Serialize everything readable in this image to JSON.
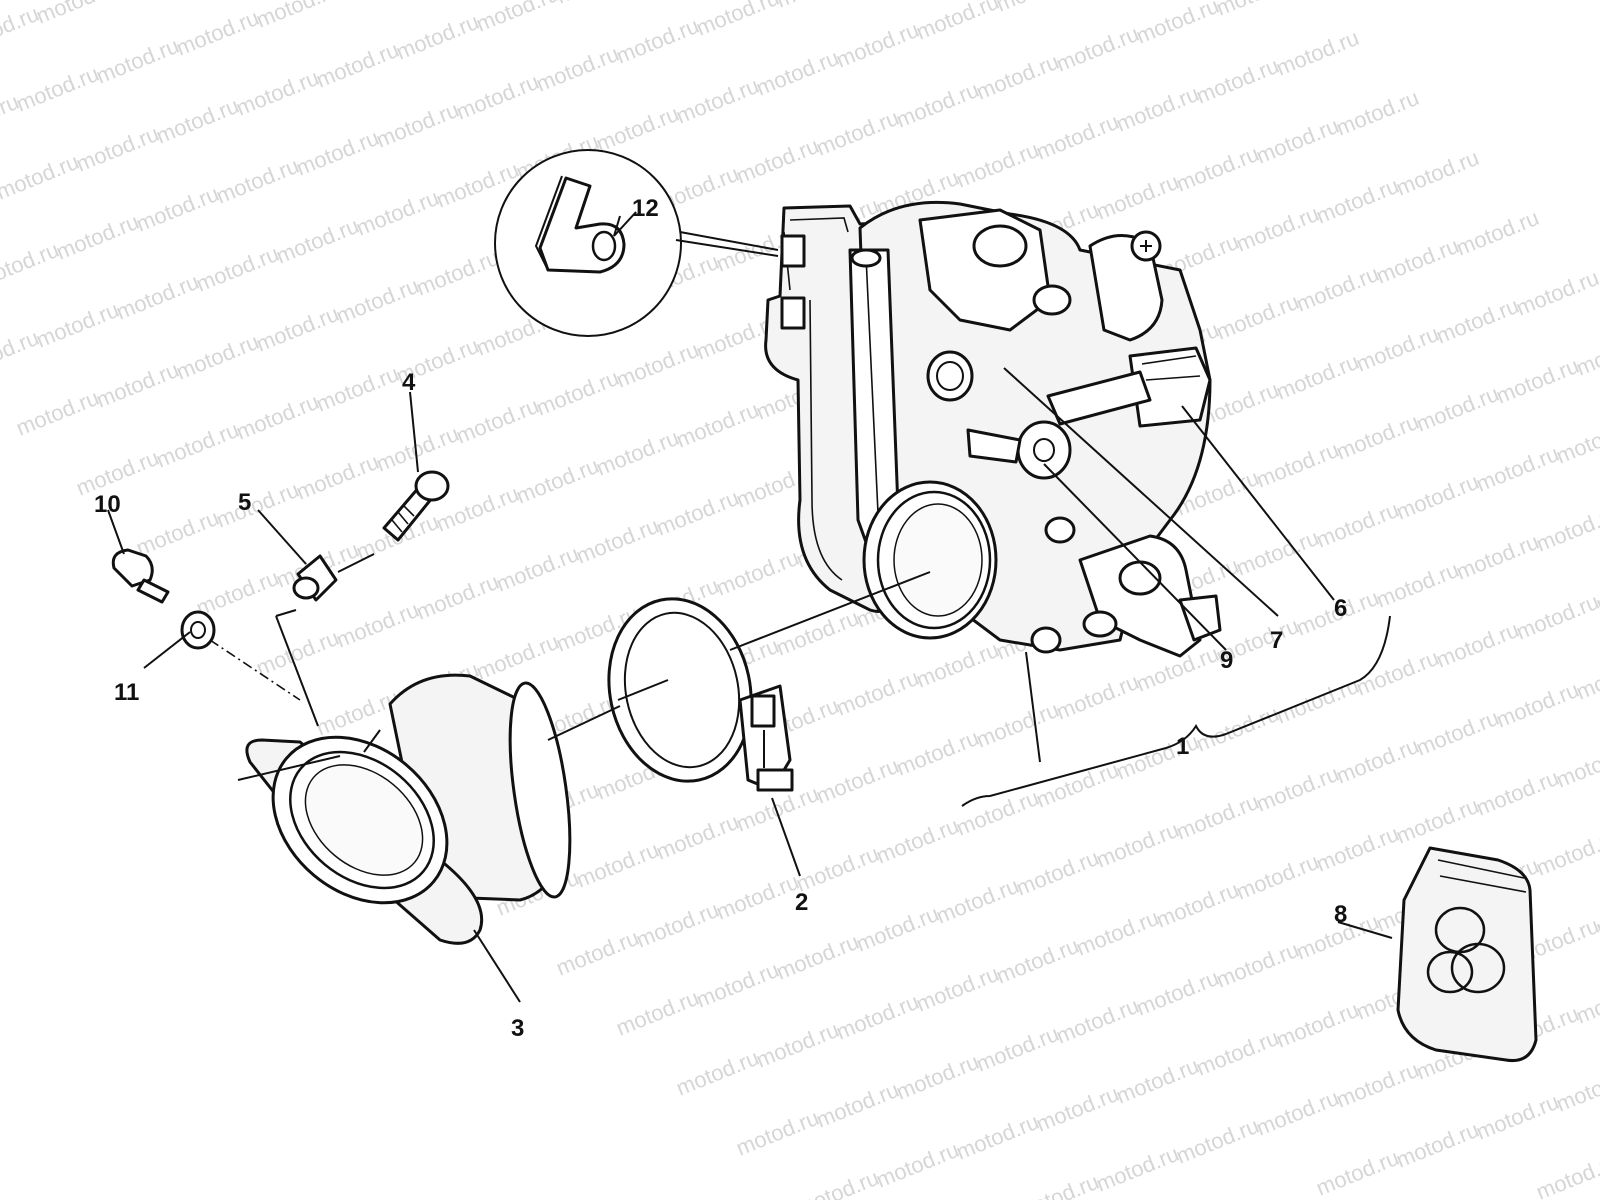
{
  "watermark": {
    "text": "motod.ru"
  },
  "callouts": [
    {
      "id": "1",
      "label": "1"
    },
    {
      "id": "2",
      "label": "2"
    },
    {
      "id": "3",
      "label": "3"
    },
    {
      "id": "4",
      "label": "4"
    },
    {
      "id": "5",
      "label": "5"
    },
    {
      "id": "6",
      "label": "6"
    },
    {
      "id": "7",
      "label": "7"
    },
    {
      "id": "8",
      "label": "8"
    },
    {
      "id": "9",
      "label": "9"
    },
    {
      "id": "10",
      "label": "10"
    },
    {
      "id": "11",
      "label": "11"
    },
    {
      "id": "12",
      "label": "12"
    }
  ],
  "colors": {
    "line": "#111111",
    "watermark": "#d6d6d6",
    "background": "#ffffff"
  }
}
